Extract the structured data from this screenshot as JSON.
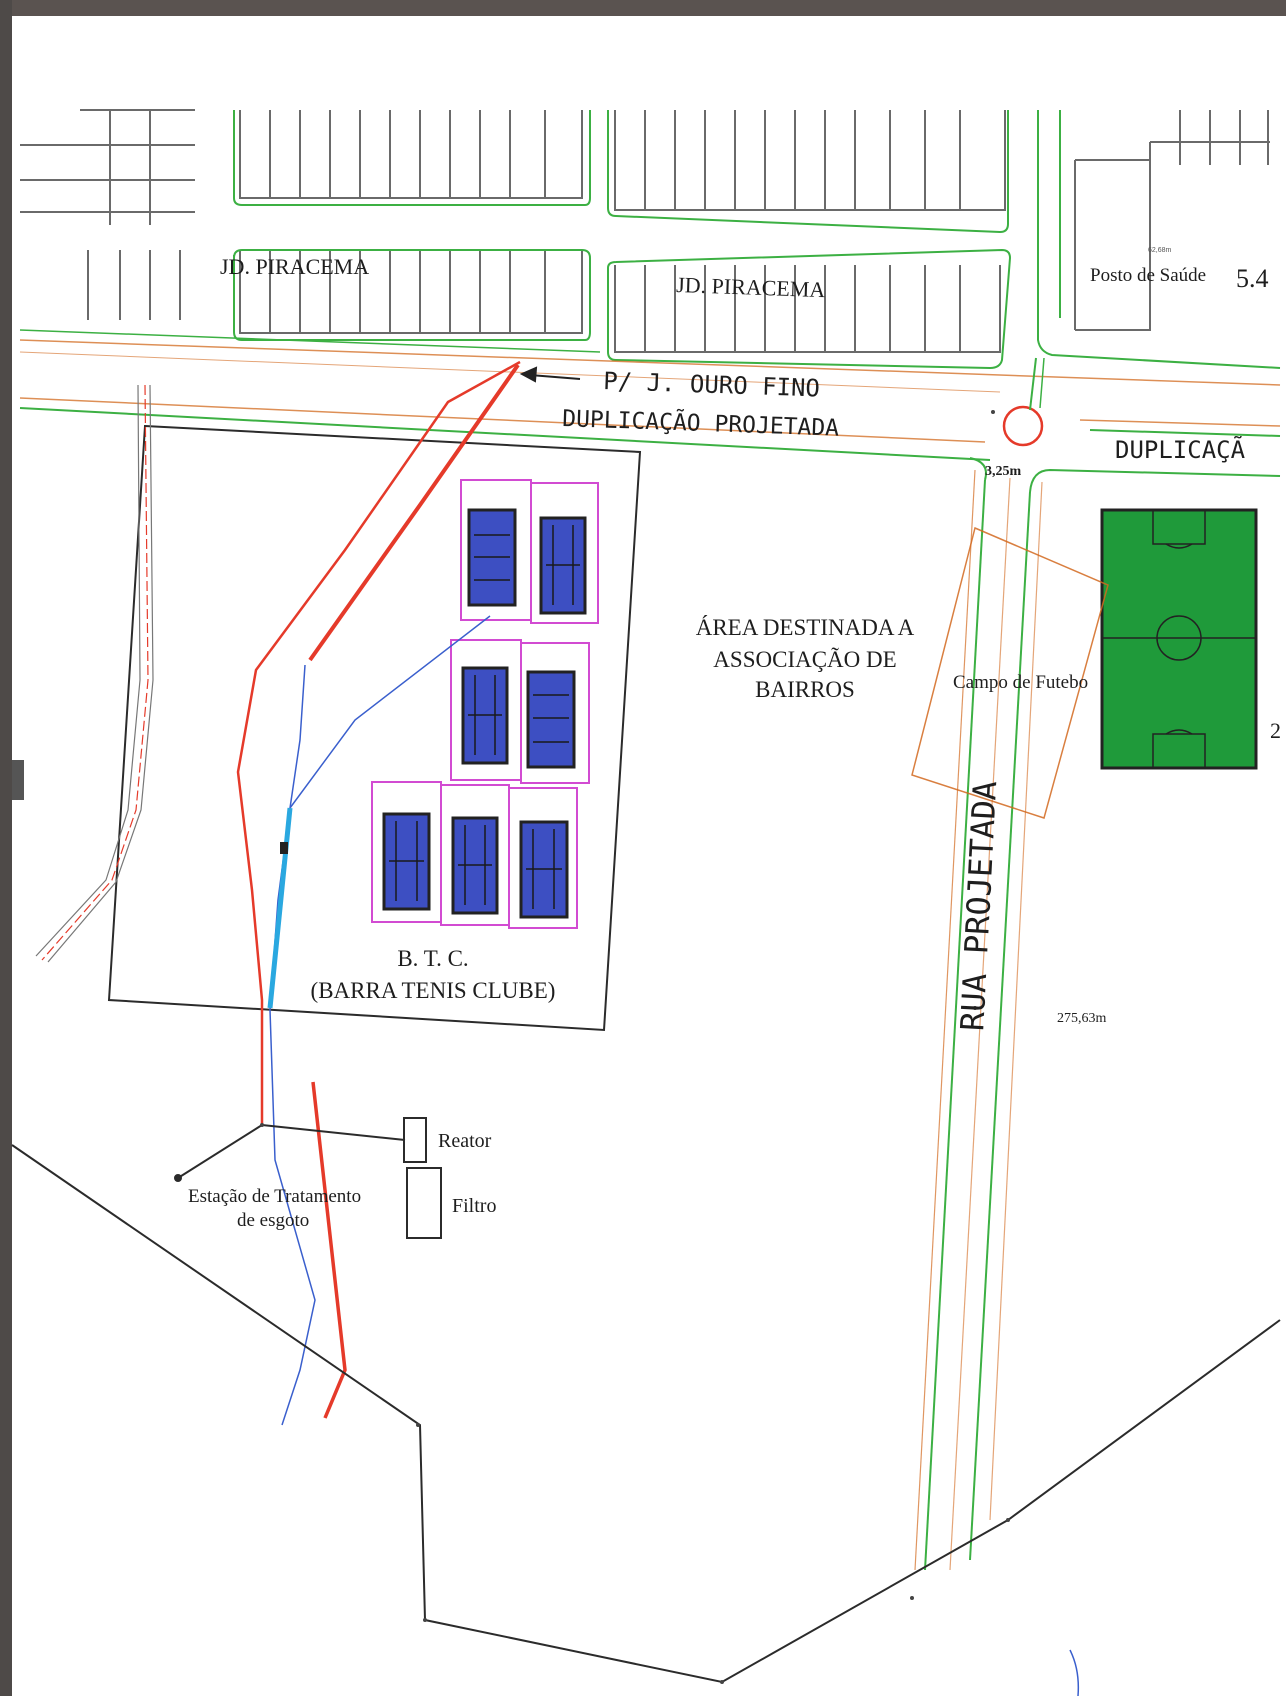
{
  "colors": {
    "street_green": "#3cb043",
    "lot_line": "#6a6a6a",
    "parcel_outline": "#d2691e",
    "boundary": "#2b2b2b",
    "sewer_red": "#e53a2a",
    "water_blue": "#3a5fcd",
    "court_outline": "#d24bd2",
    "court_fill": "#3d4fc2",
    "field_fill": "#1f9a3a",
    "highlight_cyan": "#2aa8e0"
  },
  "labels": {
    "jd_piracema_left": "JD. PIRACEMA",
    "jd_piracema_right": "JD. PIRACEMA",
    "posto_de_saude": "Posto de Saúde",
    "posto_value": "5.4",
    "posto_dim": "62,68m",
    "ouro_fino": "P/ J. OURO FINO",
    "duplicacao_projetada": "DUPLICAÇÃO PROJETADA",
    "duplicacao_right": "DUPLICAÇÃ",
    "dim_325": "3,25m",
    "area_destinada_1": "ÁREA DESTINADA A",
    "area_destinada_2": "ASSOCIAÇÃO DE",
    "area_destinada_3": "BAIRROS",
    "campo_futebol": "Campo de Futebo",
    "rua_projetada": "RUA PROJETADA",
    "btc_1": "B. T. C.",
    "btc_2": "(BARRA TENIS CLUBE)",
    "dim_275": "275,63m",
    "reator": "Reator",
    "filtro": "Filtro",
    "estacao_1": "Estação de Tratamento",
    "estacao_2": "de esgoto",
    "right_edge_2": "2"
  },
  "icons": {
    "roundabout": "roundabout-circle",
    "direction_arrow": "left-arrow",
    "tennis_court": "tennis-court",
    "soccer_field": "soccer-field"
  }
}
